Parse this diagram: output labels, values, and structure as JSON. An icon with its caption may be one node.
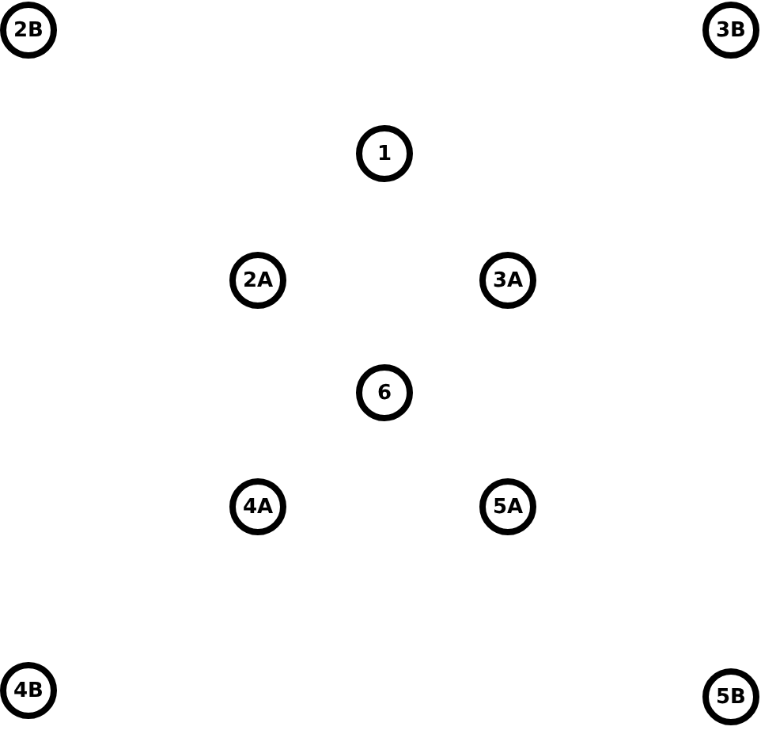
{
  "diagram": {
    "nodes": [
      {
        "text": [
          "2B"
        ]
      },
      {
        "text": [
          "3B"
        ]
      },
      {
        "text": [
          "1"
        ]
      },
      {
        "text": [
          "2A"
        ]
      },
      {
        "text": [
          "3A"
        ]
      },
      {
        "text": [
          "6"
        ]
      },
      {
        "text": [
          "4A"
        ]
      },
      {
        "text": [
          "5A"
        ]
      },
      {
        "text": [
          "4B"
        ]
      },
      {
        "text": [
          "5B"
        ]
      }
    ]
  }
}
